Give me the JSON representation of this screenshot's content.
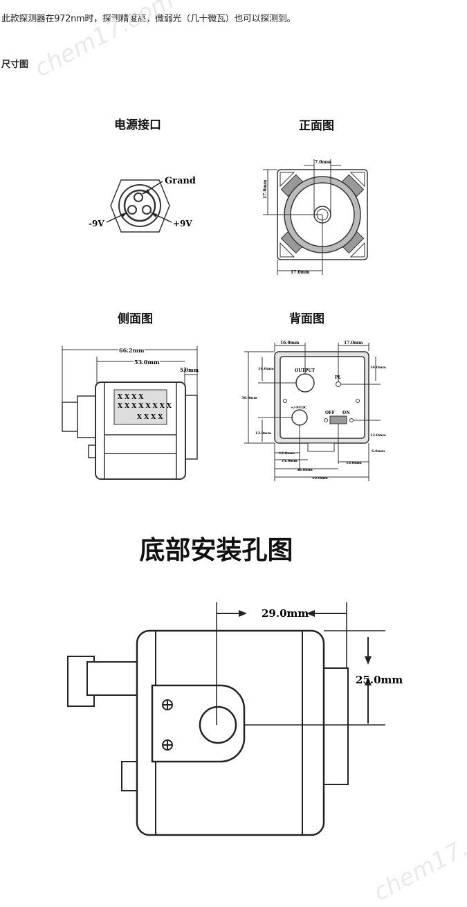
{
  "intro_text": "此款探测器在972nm时，探测精度高，微弱光（几十微瓦）也可以探测到。",
  "section_title": "尺寸图",
  "power": {
    "caption": "电源接口",
    "labels": {
      "ground": "Grand",
      "neg": "-9V",
      "pos": "+9V"
    }
  },
  "front": {
    "caption": "正面图",
    "dims": {
      "top": "7.0mm",
      "left": "17.0mm",
      "bottom": "17.0mm"
    }
  },
  "side": {
    "caption": "侧面图",
    "dims": {
      "total": "66.2mm",
      "body": "53.0mm",
      "lens": "5.0mm"
    },
    "label_rows": [
      "X X X X",
      "X X X X X X X X",
      "X X X X"
    ]
  },
  "back": {
    "caption": "背面图",
    "dims": {
      "top_left": "16.0mm",
      "top_right": "17.0mm",
      "left_upper": "16.0mm",
      "right_upper": "16.0mm",
      "height": "50.0mm",
      "left_lower": "13.0mm",
      "right_lower": "12.0mm",
      "right_bottom": "6.0mm",
      "bot_12": "12.0mm",
      "bot_14": "14.0mm",
      "bot_18": "18.0mm",
      "bot_36": "36.0mm",
      "bot_50": "50.0mm"
    },
    "labels": {
      "output": "OUTPUT",
      "pl": "PL",
      "vdc": "+/-9VDC",
      "off": "OFF",
      "on": "ON"
    }
  },
  "bottom": {
    "caption": "底部安装孔图",
    "dims": {
      "horizontal": "29.0mm",
      "vertical": "25.0mm"
    }
  },
  "watermark": "chem17.com"
}
